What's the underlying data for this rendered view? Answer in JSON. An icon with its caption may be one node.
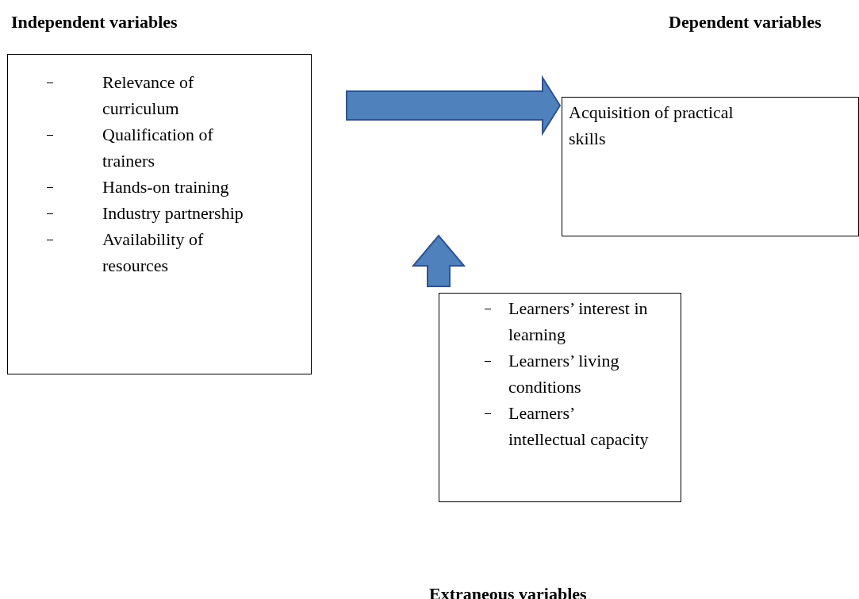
{
  "diagram": {
    "nodes": [
      {
        "text": [
          "Independent variables",
          "Relevance of curriculum",
          "Qualification of trainers",
          "Hands-on training",
          "Industry partnership",
          "Availability of resources"
        ]
      },
      {
        "text": [
          "Dependent variables",
          "Acquisition of practical skills"
        ]
      },
      {
        "text": [
          "Extraneous variables",
          "Learners’ interest in learning",
          "Learners’ living conditions",
          "Learners’ intellectual capacity"
        ]
      }
    ],
    "edges": [
      {
        "from": 0,
        "to": 1,
        "arrow": "to",
        "style": "thick",
        "color": "#4f81bd"
      },
      {
        "from": 2,
        "to": null,
        "arrow": "to",
        "style": "thick",
        "color": "#4f81bd"
      }
    ]
  }
}
